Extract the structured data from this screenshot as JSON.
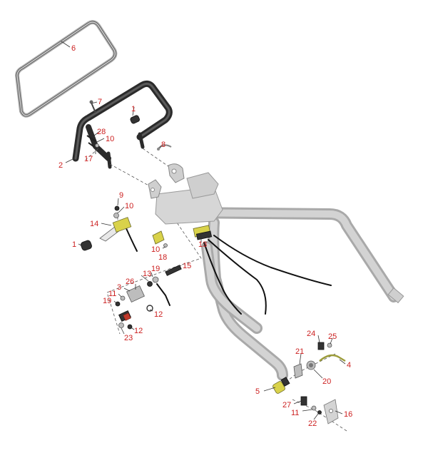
{
  "callouts": [
    {
      "id": "c6",
      "label": "6"
    },
    {
      "id": "c7",
      "label": "7"
    },
    {
      "id": "c1a",
      "label": "1"
    },
    {
      "id": "c28",
      "label": "28"
    },
    {
      "id": "c10a",
      "label": "10"
    },
    {
      "id": "c17",
      "label": "17"
    },
    {
      "id": "c2",
      "label": "2"
    },
    {
      "id": "c8",
      "label": "8"
    },
    {
      "id": "c9",
      "label": "9"
    },
    {
      "id": "c10b",
      "label": "10"
    },
    {
      "id": "c14",
      "label": "14"
    },
    {
      "id": "c1b",
      "label": "1"
    },
    {
      "id": "c10c",
      "label": "10"
    },
    {
      "id": "c18",
      "label": "18"
    },
    {
      "id": "c13a",
      "label": "13"
    },
    {
      "id": "c15",
      "label": "15"
    },
    {
      "id": "c19a",
      "label": "19"
    },
    {
      "id": "c13b",
      "label": "13"
    },
    {
      "id": "c26",
      "label": "26"
    },
    {
      "id": "c3",
      "label": "3"
    },
    {
      "id": "c11a",
      "label": "11"
    },
    {
      "id": "c19b",
      "label": "19"
    },
    {
      "id": "c12a",
      "label": "12"
    },
    {
      "id": "c12b",
      "label": "12"
    },
    {
      "id": "c23",
      "label": "23"
    },
    {
      "id": "c24",
      "label": "24"
    },
    {
      "id": "c25",
      "label": "25"
    },
    {
      "id": "c21",
      "label": "21"
    },
    {
      "id": "c4",
      "label": "4"
    },
    {
      "id": "c20",
      "label": "20"
    },
    {
      "id": "c5",
      "label": "5"
    },
    {
      "id": "c27",
      "label": "27"
    },
    {
      "id": "c11b",
      "label": "11"
    },
    {
      "id": "c22",
      "label": "22"
    },
    {
      "id": "c16",
      "label": "16"
    }
  ]
}
